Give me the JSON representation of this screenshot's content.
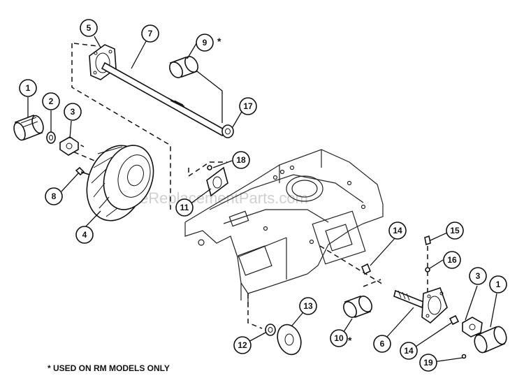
{
  "diagram": {
    "callouts": [
      {
        "id": "c1a",
        "label": "1"
      },
      {
        "id": "c2",
        "label": "2"
      },
      {
        "id": "c3a",
        "label": "3"
      },
      {
        "id": "c4",
        "label": "4"
      },
      {
        "id": "c5",
        "label": "5"
      },
      {
        "id": "c6",
        "label": "6"
      },
      {
        "id": "c7",
        "label": "7"
      },
      {
        "id": "c8",
        "label": "8"
      },
      {
        "id": "c9",
        "label": "9"
      },
      {
        "id": "c10",
        "label": "10"
      },
      {
        "id": "c11",
        "label": "11"
      },
      {
        "id": "c12",
        "label": "12"
      },
      {
        "id": "c13",
        "label": "13"
      },
      {
        "id": "c14a",
        "label": "14"
      },
      {
        "id": "c14b",
        "label": "14"
      },
      {
        "id": "c15",
        "label": "15"
      },
      {
        "id": "c16",
        "label": "16"
      },
      {
        "id": "c17",
        "label": "17"
      },
      {
        "id": "c18",
        "label": "18"
      },
      {
        "id": "c19",
        "label": "19"
      },
      {
        "id": "c3b",
        "label": "3"
      },
      {
        "id": "c1b",
        "label": "1"
      }
    ],
    "asterisk": "*",
    "footnote": "* USED ON RM MODELS ONLY",
    "watermark": "eReplacementParts.com"
  }
}
